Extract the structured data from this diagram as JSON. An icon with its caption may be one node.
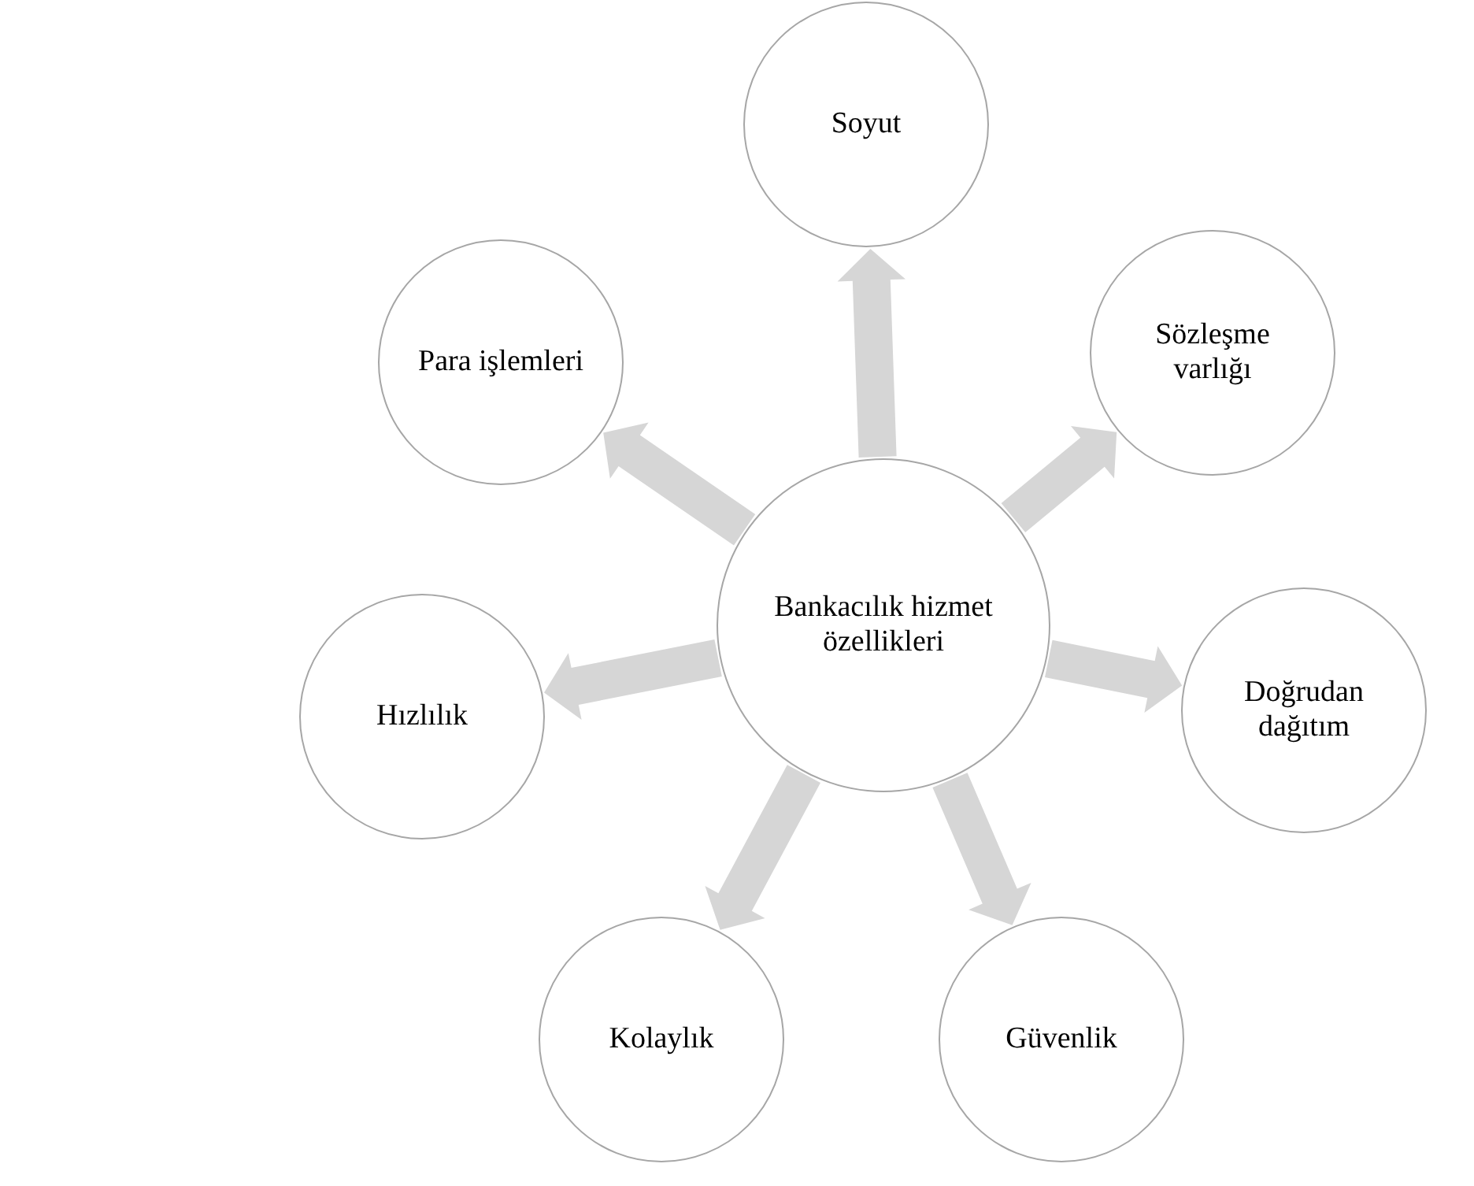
{
  "diagram": {
    "nodes": [
      {
        "text": [
          "Soyut"
        ]
      },
      {
        "text": [
          "Para işlemleri"
        ]
      },
      {
        "text": [
          "Sözleşme varlığı"
        ]
      },
      {
        "text": [
          "Bankacılık hizmet özellikleri"
        ]
      },
      {
        "text": [
          "Doğrudan dağıtım"
        ]
      },
      {
        "text": [
          "Hızlılık"
        ]
      },
      {
        "text": [
          "Kolaylık"
        ]
      },
      {
        "text": [
          "Güvenlik"
        ]
      }
    ],
    "edges": [
      {
        "from": 3,
        "to": 0,
        "arrow": "to",
        "style": "thick"
      },
      {
        "from": 3,
        "to": 2,
        "arrow": "to",
        "style": "thick"
      },
      {
        "from": 3,
        "to": 4,
        "arrow": "to",
        "style": "thick"
      },
      {
        "from": 3,
        "to": 7,
        "arrow": "to",
        "style": "thick"
      },
      {
        "from": 3,
        "to": 6,
        "arrow": "to",
        "style": "thick"
      },
      {
        "from": 3,
        "to": 5,
        "arrow": "to",
        "style": "thick"
      },
      {
        "from": 3,
        "to": 1,
        "arrow": "to",
        "style": "thick"
      }
    ]
  }
}
